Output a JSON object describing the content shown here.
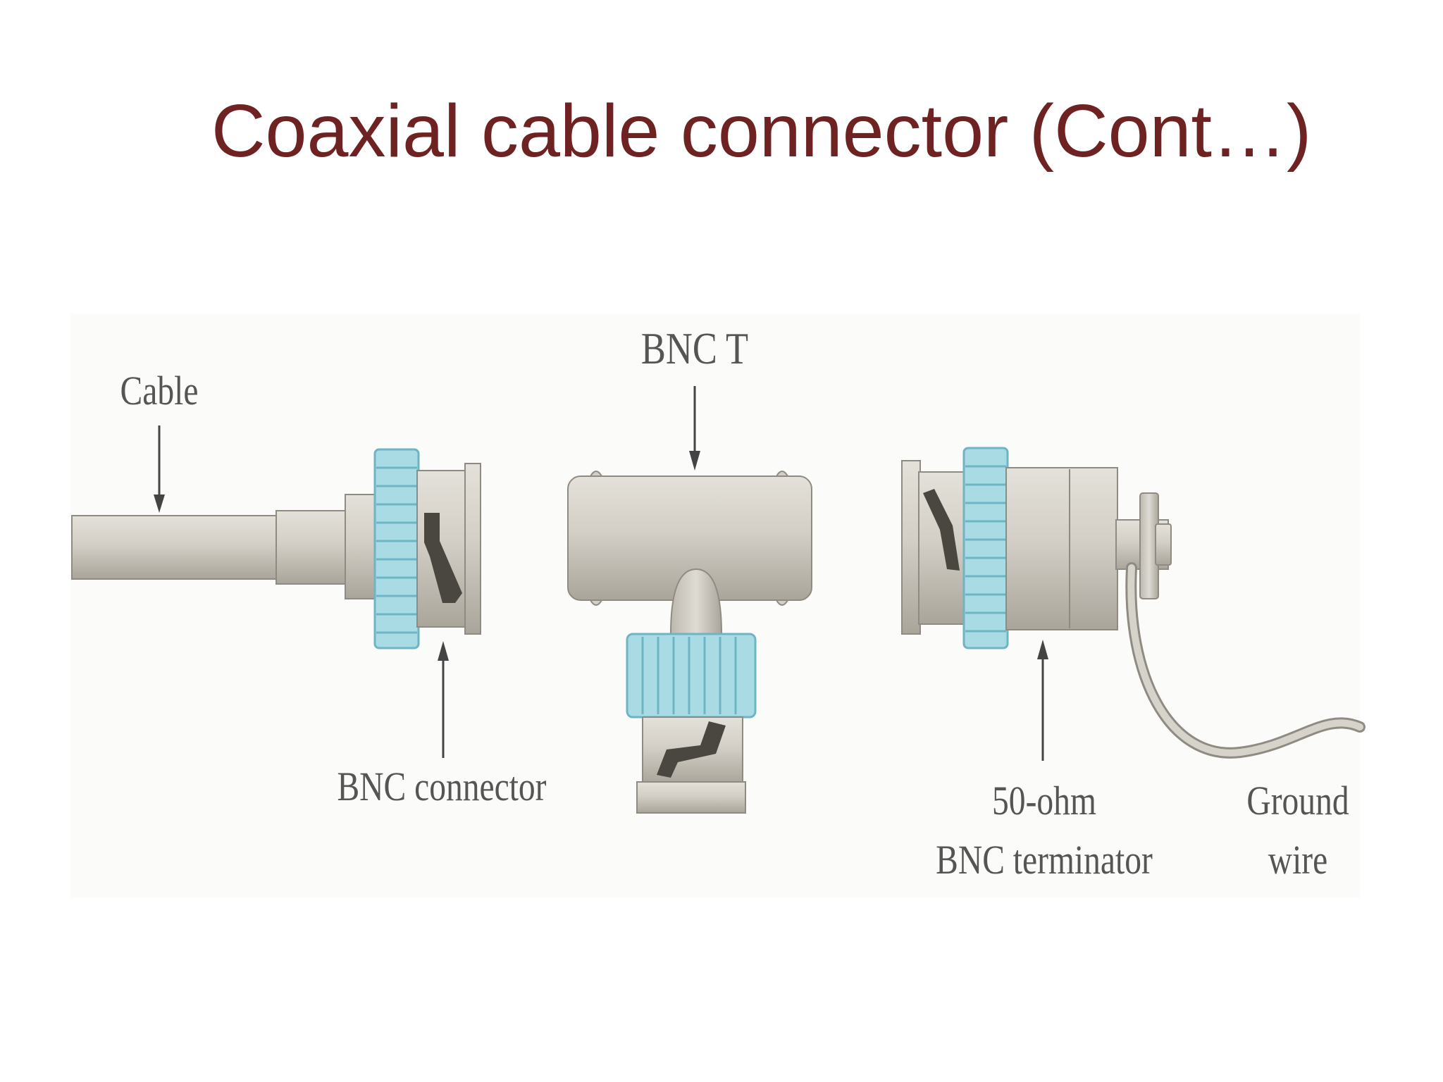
{
  "slide": {
    "title": "Coaxial cable connector (Cont…)"
  },
  "diagram": {
    "labels": {
      "cable": "Cable",
      "bnc_t": "BNC T",
      "bnc_connector": "BNC connector",
      "terminator_line1": "50-ohm",
      "terminator_line2": "BNC terminator",
      "ground_line1": "Ground",
      "ground_line2": "wire"
    },
    "colors": {
      "title": "#6e2222",
      "metal": "#cfcbc2",
      "metal_shadow": "#a8a49a",
      "knurl": "#a9dbe5",
      "knurl_dark": "#6fb4c4",
      "slot": "#4a4640",
      "label": "#555555"
    }
  }
}
